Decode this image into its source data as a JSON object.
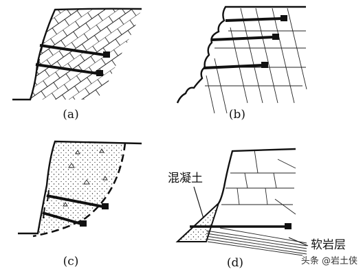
{
  "panels": {
    "a": {
      "caption": "(a)"
    },
    "b": {
      "caption": "(b)"
    },
    "c": {
      "caption": "(c)"
    },
    "d": {
      "caption": "(d)",
      "label_concrete": "混凝土",
      "label_soft_rock": "软岩层"
    }
  },
  "watermark": "头条 @岩土侠"
}
